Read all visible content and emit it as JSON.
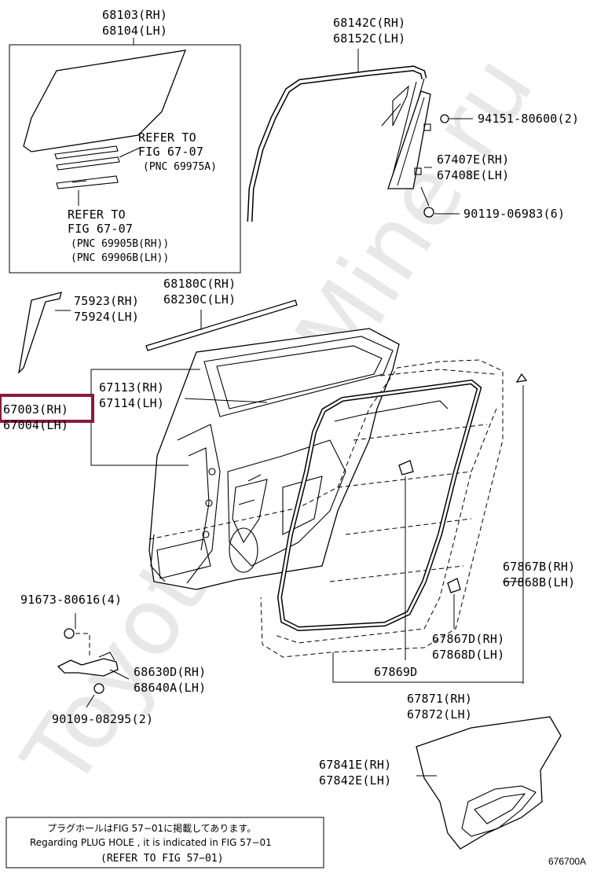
{
  "watermark": "Toyota.epcMine.ru",
  "figure_id": "676700A",
  "labels": {
    "glass_rh": "68103(RH)",
    "glass_lh": "68104(LH)",
    "refer_a1": "REFER TO",
    "refer_a2": "FIG 67-07",
    "refer_a3": "(PNC 69975A)",
    "refer_b1": "REFER TO",
    "refer_b2": "FIG 67-07",
    "refer_b3": "(PNC 69905B(RH))",
    "refer_b4": "(PNC 69906B(LH))",
    "run_rh": "68142C(RH)",
    "run_lh": "68152C(LH)",
    "bolt_94151": "94151-80600(2)",
    "frame_rh": "67407E(RH)",
    "frame_lh": "67408E(LH)",
    "bolt_90119": "90119-06983(6)",
    "belt_rh": "68180C(RH)",
    "belt_lh": "68230C(LH)",
    "garnish_rh": "75923(RH)",
    "garnish_lh": "75924(LH)",
    "panel_rh": "67113(RH)",
    "panel_lh": "67114(LH)",
    "door_rh": "67003(RH)",
    "door_lh": "67004(LH)",
    "ws_b_rh": "67867B(RH)",
    "ws_b_lh": "67868B(LH)",
    "screw_91673": "91673-80616(4)",
    "ws_d_rh": "67867D(RH)",
    "ws_d_lh": "67868D(LH)",
    "check_rh": "68630D(RH)",
    "check_lh": "68640A(LH)",
    "clip_67869": "67869D",
    "ws_rh": "67871(RH)",
    "ws_lh": "67872(LH)",
    "bolt_90109": "90109-08295(2)",
    "cover_rh": "67841E(RH)",
    "cover_lh": "67842E(LH)"
  },
  "note": {
    "line_jp": "プラグホールはFIG 57−01に掲載してあります。",
    "line_en": "Regarding  PLUG  HOLE , it is indicated in  FIG  57−01",
    "line_ref": "(REFER  TO  FIG 57−01)"
  },
  "highlight": {
    "target": "67003(RH)",
    "color": "#8b1a3a"
  }
}
